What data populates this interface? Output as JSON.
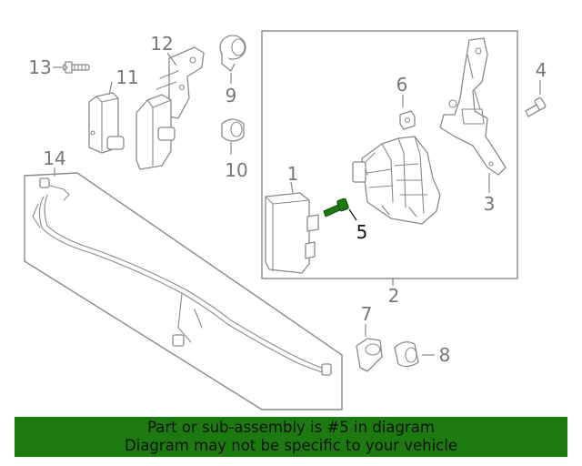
{
  "diagram": {
    "callouts": [
      "1",
      "2",
      "3",
      "4",
      "5",
      "6",
      "7",
      "8",
      "9",
      "10",
      "11",
      "12",
      "13",
      "14"
    ],
    "highlight_color": "#1c7a10"
  },
  "banner": {
    "line1": "Part or sub-assembly is #5 in diagram",
    "line2": "Diagram may not be specific to your vehicle",
    "background": "#1c7a10"
  }
}
